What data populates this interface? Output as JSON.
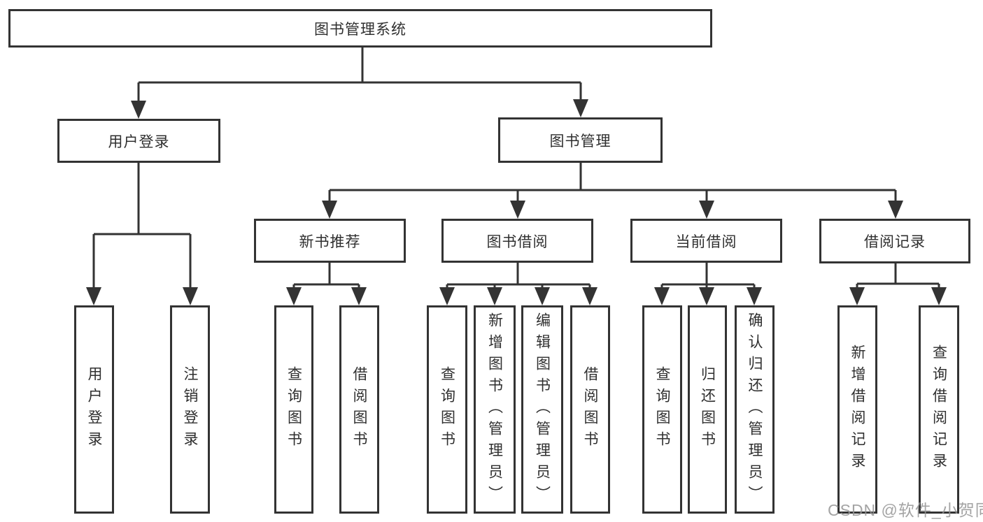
{
  "diagram": {
    "title": "图书管理系统",
    "root": {
      "label": "图书管理系统"
    },
    "level1": [
      {
        "label": "用户登录"
      },
      {
        "label": "图书管理"
      }
    ],
    "level2": [
      {
        "label": "新书推荐"
      },
      {
        "label": "图书借阅"
      },
      {
        "label": "当前借阅"
      },
      {
        "label": "借阅记录"
      }
    ],
    "leaves": {
      "user_login": [
        "用户登录",
        "注销登录"
      ],
      "new_book_recommend": [
        "查询图书",
        "借阅图书"
      ],
      "book_borrow": [
        "查询图书",
        "新增图书（管理员）",
        "编辑图书（管理员）",
        "借阅图书"
      ],
      "current_borrow": [
        "查询图书",
        "归还图书",
        "确认归还（管理员）"
      ],
      "borrow_record": [
        "新增借阅记录",
        "查询借阅记录"
      ]
    },
    "colors": {
      "line": "#333333",
      "text": "#2f2f2f",
      "background": "#ffffff",
      "watermark": "#949494"
    },
    "watermark": "CSDN @软件_小贺同学"
  }
}
